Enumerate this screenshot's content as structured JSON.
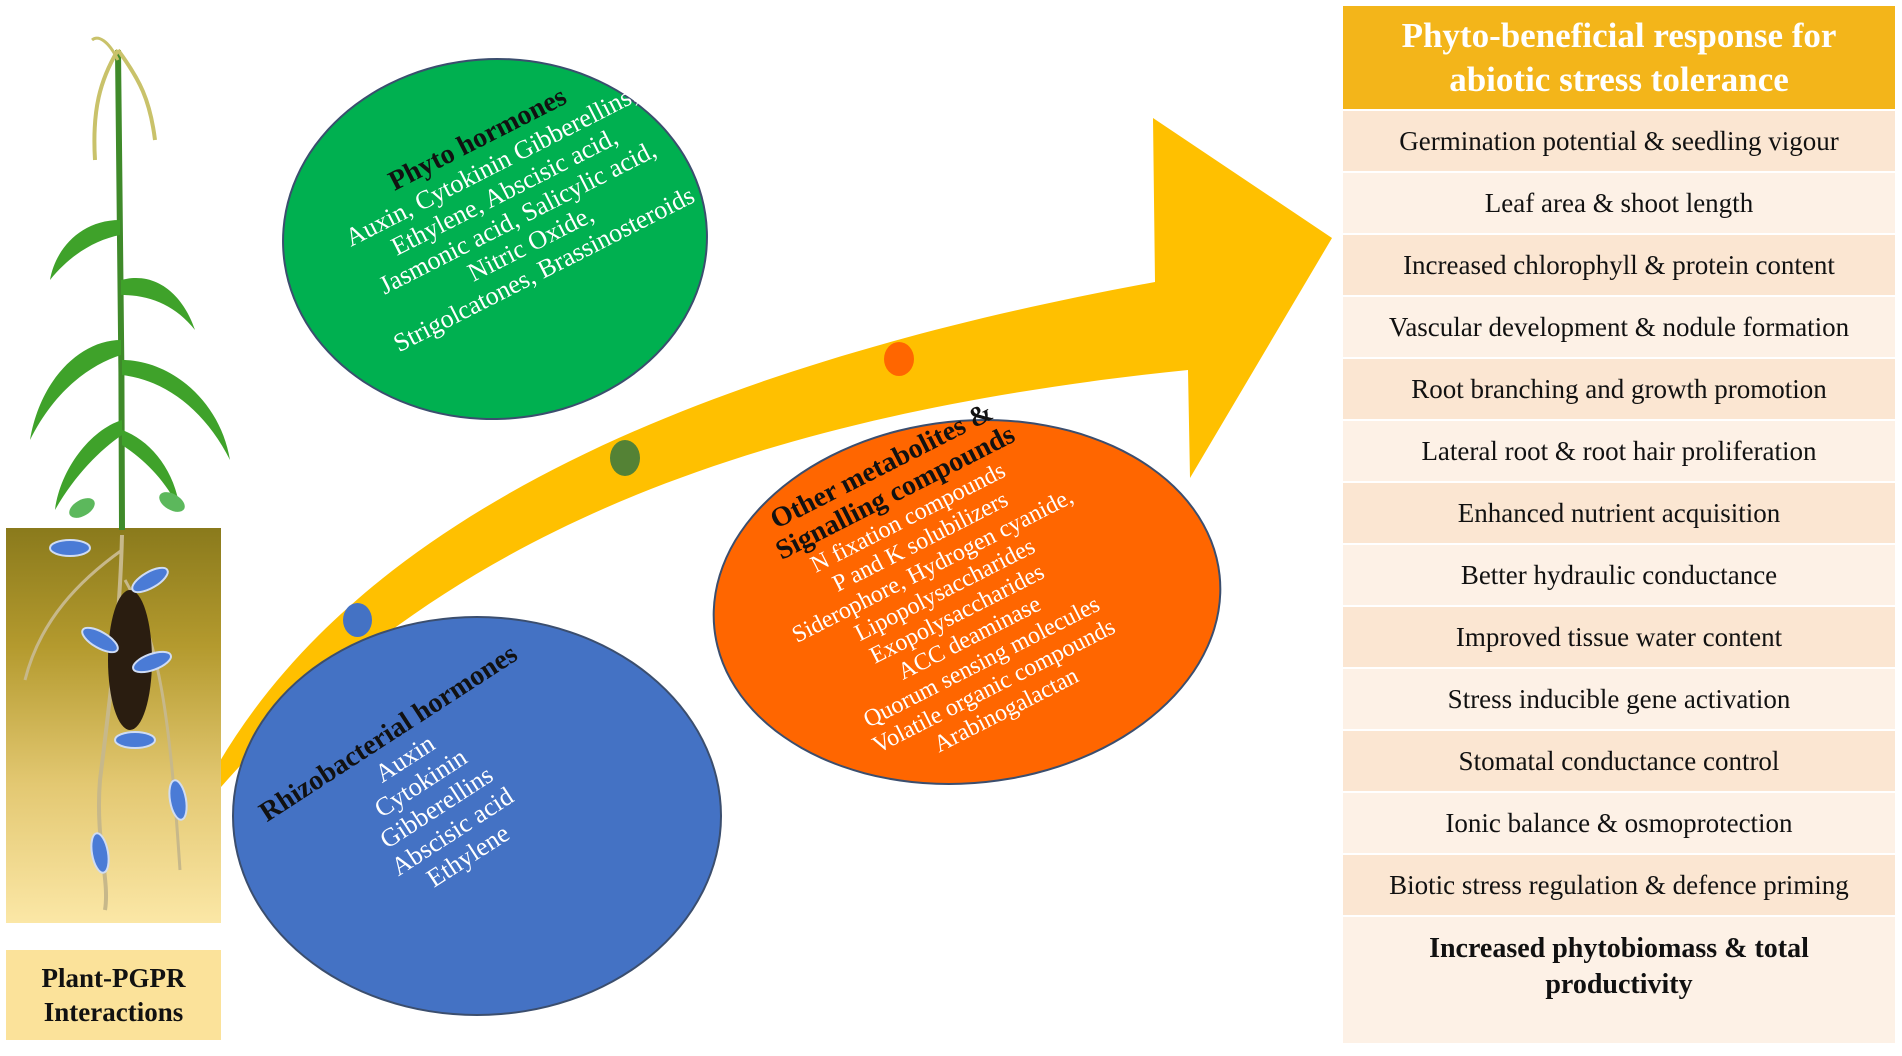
{
  "plant": {
    "label": "Plant-PGPR\nInteractions"
  },
  "phyto_hormones": {
    "title": "Phyto hormones",
    "lines": [
      "Auxin, Cytokinin Gibberellins,",
      "Ethylene, Abscisic acid,",
      "Jasmonic acid, Salicylic acid,",
      "Nitric Oxide,",
      "Strigolcatones, Brassinosteroids"
    ]
  },
  "rhizobacterial_hormones": {
    "title": "Rhizobacterial hormones",
    "lines": [
      "Auxin",
      "Cytokinin",
      "Gibberellins",
      "Abscisic acid",
      "Ethylene"
    ]
  },
  "other_metabolites": {
    "title_lines": [
      "Other metabolites &",
      "Signalling compounds"
    ],
    "lines": [
      "N fixation compounds",
      "P and K solubilizers",
      "Siderophore, Hydrogen cyanide,",
      "Lipopolysaccharides",
      "Exopolysaccharides",
      "ACC deaminase",
      "Quorum sensing molecules",
      "Volatile organic compounds",
      "Arabinogalactan"
    ]
  },
  "response_panel": {
    "header": "Phyto-beneficial response for\nabiotic stress tolerance",
    "items": [
      "Germination potential & seedling vigour",
      "Leaf area & shoot length",
      "Increased chlorophyll & protein content",
      "Vascular development & nodule formation",
      "Root branching and growth promotion",
      "Lateral root & root hair proliferation",
      "Enhanced nutrient acquisition",
      "Better hydraulic conductance",
      "Improved tissue water content",
      "Stress inducible gene activation",
      "Stomatal conductance control",
      "Ionic balance & osmoprotection",
      "Biotic stress regulation & defence priming"
    ],
    "final": "Increased phytobiomass & total\nproductivity"
  },
  "colors": {
    "arrow": "#ffc000",
    "green_ellipse": "#00b050",
    "blue_ellipse": "#4472c4",
    "orange_ellipse": "#ff6600",
    "panel_header": "#f3b51a",
    "dot_blue": "#4472c4",
    "dot_green": "#548235",
    "dot_orange": "#ff6600"
  }
}
